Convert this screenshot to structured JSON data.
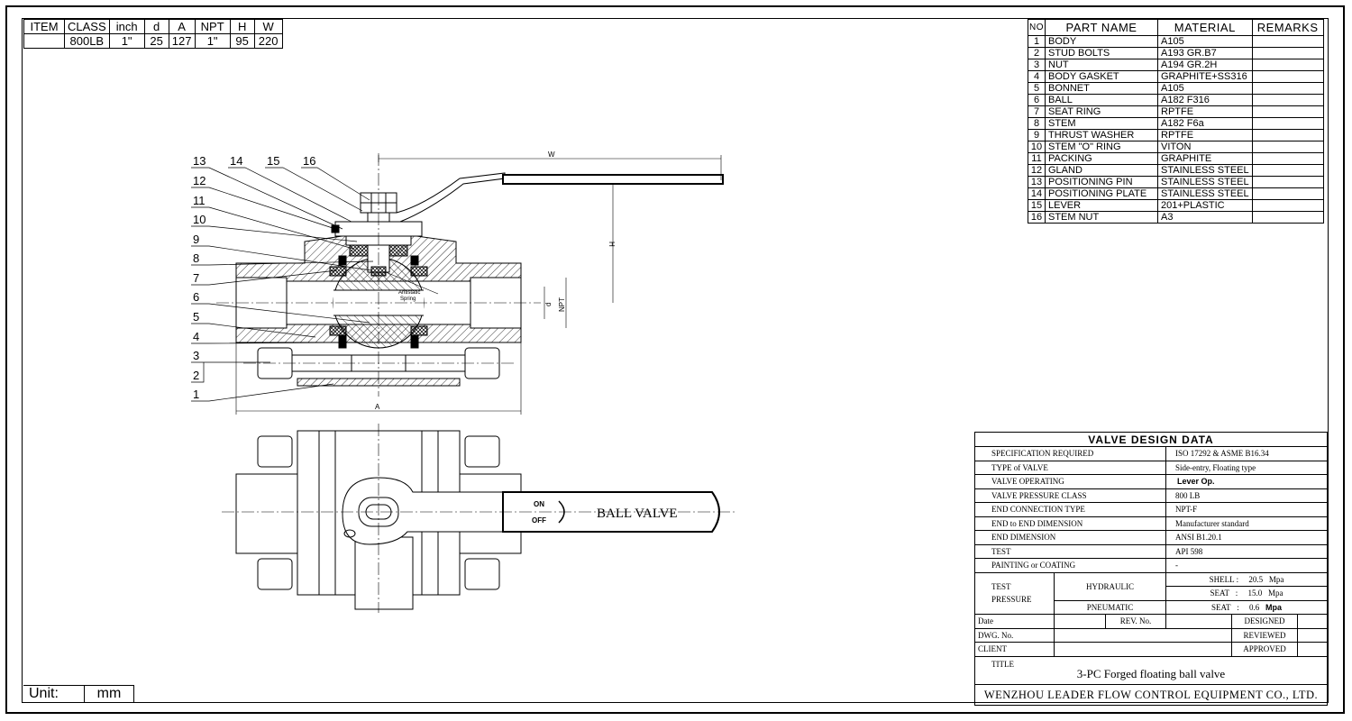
{
  "spec_table": {
    "headers": [
      "ITEM",
      "CLASS",
      "inch",
      "d",
      "A",
      "NPT",
      "H",
      "W"
    ],
    "row": [
      "",
      "800LB",
      "1\"",
      "25",
      "127",
      "1\"",
      "95",
      "220"
    ]
  },
  "parts_list": {
    "headers": [
      "NO",
      "PART NAME",
      "MATERIAL",
      "REMARKS"
    ],
    "rows": [
      {
        "no": "1",
        "name": "BODY",
        "material": "A105",
        "remarks": ""
      },
      {
        "no": "2",
        "name": "STUD BOLTS",
        "material": "A193 GR.B7",
        "remarks": ""
      },
      {
        "no": "3",
        "name": "NUT",
        "material": "A194 GR.2H",
        "remarks": ""
      },
      {
        "no": "4",
        "name": "BODY GASKET",
        "material": "GRAPHITE+SS316",
        "remarks": ""
      },
      {
        "no": "5",
        "name": "BONNET",
        "material": "A105",
        "remarks": ""
      },
      {
        "no": "6",
        "name": "BALL",
        "material": "A182 F316",
        "remarks": ""
      },
      {
        "no": "7",
        "name": "SEAT RING",
        "material": "RPTFE",
        "remarks": ""
      },
      {
        "no": "8",
        "name": "STEM",
        "material": "A182 F6a",
        "remarks": ""
      },
      {
        "no": "9",
        "name": "THRUST WASHER",
        "material": "RPTFE",
        "remarks": ""
      },
      {
        "no": "10",
        "name": "STEM \"O\" RING",
        "material": "VITON",
        "remarks": ""
      },
      {
        "no": "11",
        "name": "PACKING",
        "material": "GRAPHITE",
        "remarks": ""
      },
      {
        "no": "12",
        "name": "GLAND",
        "material": "STAINLESS STEEL",
        "remarks": ""
      },
      {
        "no": "13",
        "name": "POSITIONING PIN",
        "material": "STAINLESS STEEL",
        "remarks": ""
      },
      {
        "no": "14",
        "name": "POSITIONING PLATE",
        "material": "STAINLESS STEEL",
        "remarks": ""
      },
      {
        "no": "15",
        "name": "LEVER",
        "material": "201+PLASTIC",
        "remarks": ""
      },
      {
        "no": "16",
        "name": "STEM NUT",
        "material": "A3",
        "remarks": ""
      }
    ]
  },
  "design_data": {
    "title": "VALVE DESIGN DATA",
    "rows": [
      {
        "label": "SPECIFICATION REQUIRED",
        "value": "ISO 17292 & ASME B16.34"
      },
      {
        "label": "TYPE of VALVE",
        "value": "Side-entry, Floating type"
      },
      {
        "label": "VALVE OPERATING",
        "value": "Lever Op."
      },
      {
        "label": "VALVE PRESSURE CLASS",
        "value": "800 LB"
      },
      {
        "label": "END CONNECTION TYPE",
        "value": "NPT-F"
      },
      {
        "label": "END to END DIMENSION",
        "value": "Manufacturer standard"
      },
      {
        "label": "END DIMENSION",
        "value": "ANSI B1.20.1"
      },
      {
        "label": "TEST",
        "value": "API 598"
      },
      {
        "label": "PAINTING or COATING",
        "value": "-"
      }
    ],
    "test_pressure": {
      "label_1": "TEST",
      "label_2": "PRESSURE",
      "hydraulic": "HYDRAULIC",
      "pneumatic": "PNEUMATIC",
      "shell": {
        "name": "SHELL",
        "sep": ":",
        "value": "20.5",
        "unit": "Mpa"
      },
      "seat_h": {
        "name": "SEAT",
        "sep": ":",
        "value": "15.0",
        "unit": "Mpa"
      },
      "seat_p": {
        "name": "SEAT",
        "sep": ":",
        "value": "0.6",
        "unit": "Mpa"
      }
    },
    "date": "Date",
    "rev_no": "REV. No.",
    "designed": "DESIGNED",
    "dwg_no": "DWG. No.",
    "reviewed": "REVIEWED",
    "client": "CLIENT",
    "approved": "APPROVED",
    "title_label": "TITLE",
    "title_value": "3-PC Forged floating ball valve",
    "company": "WENZHOU LEADER FLOW CONTROL EQUIPMENT CO., LTD."
  },
  "unit": {
    "label": "Unit:",
    "value": "mm"
  },
  "drawing": {
    "callouts": [
      "13",
      "14",
      "15",
      "16",
      "12",
      "11",
      "10",
      "9",
      "8",
      "7",
      "6",
      "5",
      "4",
      "3",
      "2",
      "1"
    ],
    "dim_w": "W",
    "dim_h": "H",
    "dim_a": "A",
    "dim_d": "d",
    "dim_npt": "NPT",
    "antistatic_1": "Antistatic",
    "antistatic_2": "Spring",
    "lever_on": "ON",
    "lever_off": "OFF",
    "lever_text": "BALL VALVE"
  }
}
